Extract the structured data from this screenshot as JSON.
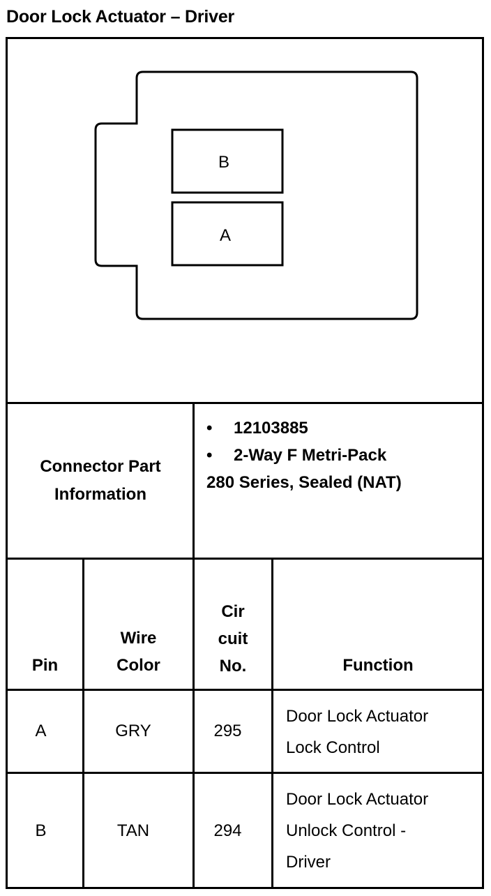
{
  "title": "Door Lock Actuator – Driver",
  "connector_diagram": {
    "cavities": [
      {
        "label": "B"
      },
      {
        "label": "A"
      }
    ]
  },
  "connector_info": {
    "label_line1": "Connector Part",
    "label_line2": "Information",
    "part_number": "12103885",
    "description": "2-Way F Metri-Pack",
    "series": "280 Series, Sealed (NAT)",
    "bullet": "•"
  },
  "table": {
    "headers": {
      "pin": "Pin",
      "wire_color_1": "Wire",
      "wire_color_2": "Color",
      "circuit_1": "Cir",
      "circuit_2": "cuit",
      "circuit_3": "No.",
      "function": "Function"
    },
    "rows": [
      {
        "pin": "A",
        "wire_color": "GRY",
        "circuit": "295",
        "function_lines": [
          "Door Lock Actuator",
          "Lock Control"
        ]
      },
      {
        "pin": "B",
        "wire_color": "TAN",
        "circuit": "294",
        "function_lines": [
          "Door Lock Actuator",
          "Unlock Control -",
          "Driver"
        ]
      }
    ]
  }
}
